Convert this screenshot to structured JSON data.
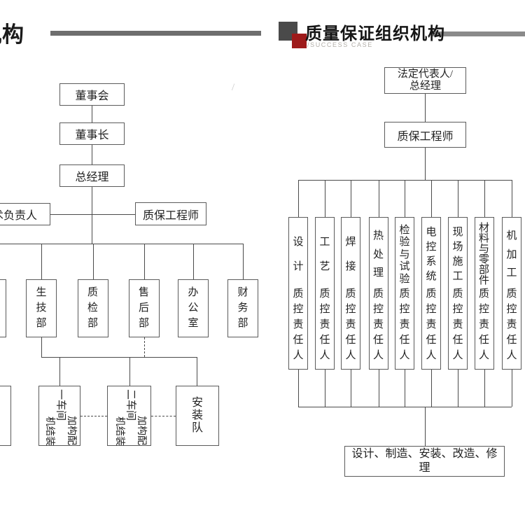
{
  "page": {
    "background": "#ffffff",
    "line_color": "#4a4a4a"
  },
  "left_header": {
    "title_fragment": "组织机构",
    "bar_color": "#6e6e6e"
  },
  "right_header": {
    "title": "质量保证组织机构",
    "subtitle": "/SUCCESS CASE",
    "icon_dark_color": "#4a4a4a",
    "icon_red_color": "#9e1b1b",
    "bar_color": "#8a8a8a"
  },
  "watermark": "/",
  "left_chart": {
    "chain": [
      "董事会",
      "董事长",
      "总经理"
    ],
    "tech_lead_fragment": "术负责人",
    "qa_engineer": "质保工程师",
    "departments": [
      "生技部",
      "质检部",
      "售后部",
      "办公室",
      "财务部"
    ],
    "workshops": [
      {
        "title": "一车间",
        "sub_left": "机结装",
        "sub_right": "加构配"
      },
      {
        "title": "二车间",
        "sub_left": "机结装",
        "sub_right": "加构配"
      },
      {
        "title": "安装队"
      }
    ]
  },
  "right_chart": {
    "top_node_line1": "法定代表人/",
    "top_node_line2": "总经理",
    "qa_engineer": "质保工程师",
    "controller_suffix": "质控责任人",
    "controllers": [
      "设计",
      "工艺",
      "焊接",
      "热处理",
      "检验与试验",
      "电控系统",
      "现场施工",
      "材料与零部件",
      "机加工"
    ],
    "scope": "设计、制造、安装、改造、修理"
  }
}
